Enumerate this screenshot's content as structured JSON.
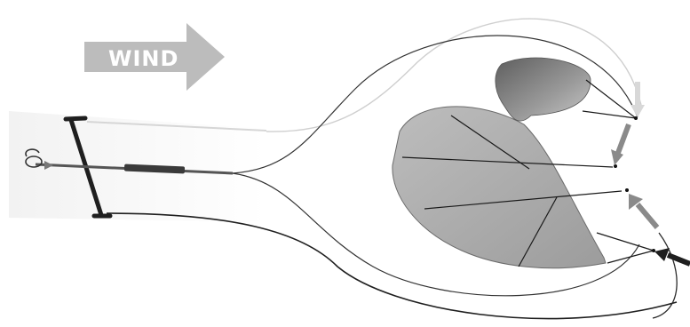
{
  "wind_label": "WIND",
  "colors": {
    "wind_arrow": "#bcbcbc",
    "kite_canopy": "#a9a9a9",
    "kite_inner_top": "#7d7d7d",
    "lines": "#333333",
    "arrow_light": "#d8d8d8",
    "arrow_mid": "#8a8a8a",
    "arrow_dark": "#1f1f1f"
  },
  "icons": [
    "wind-direction-arrow",
    "kite",
    "control-bar",
    "chicken-loop",
    "steering-arrow"
  ]
}
